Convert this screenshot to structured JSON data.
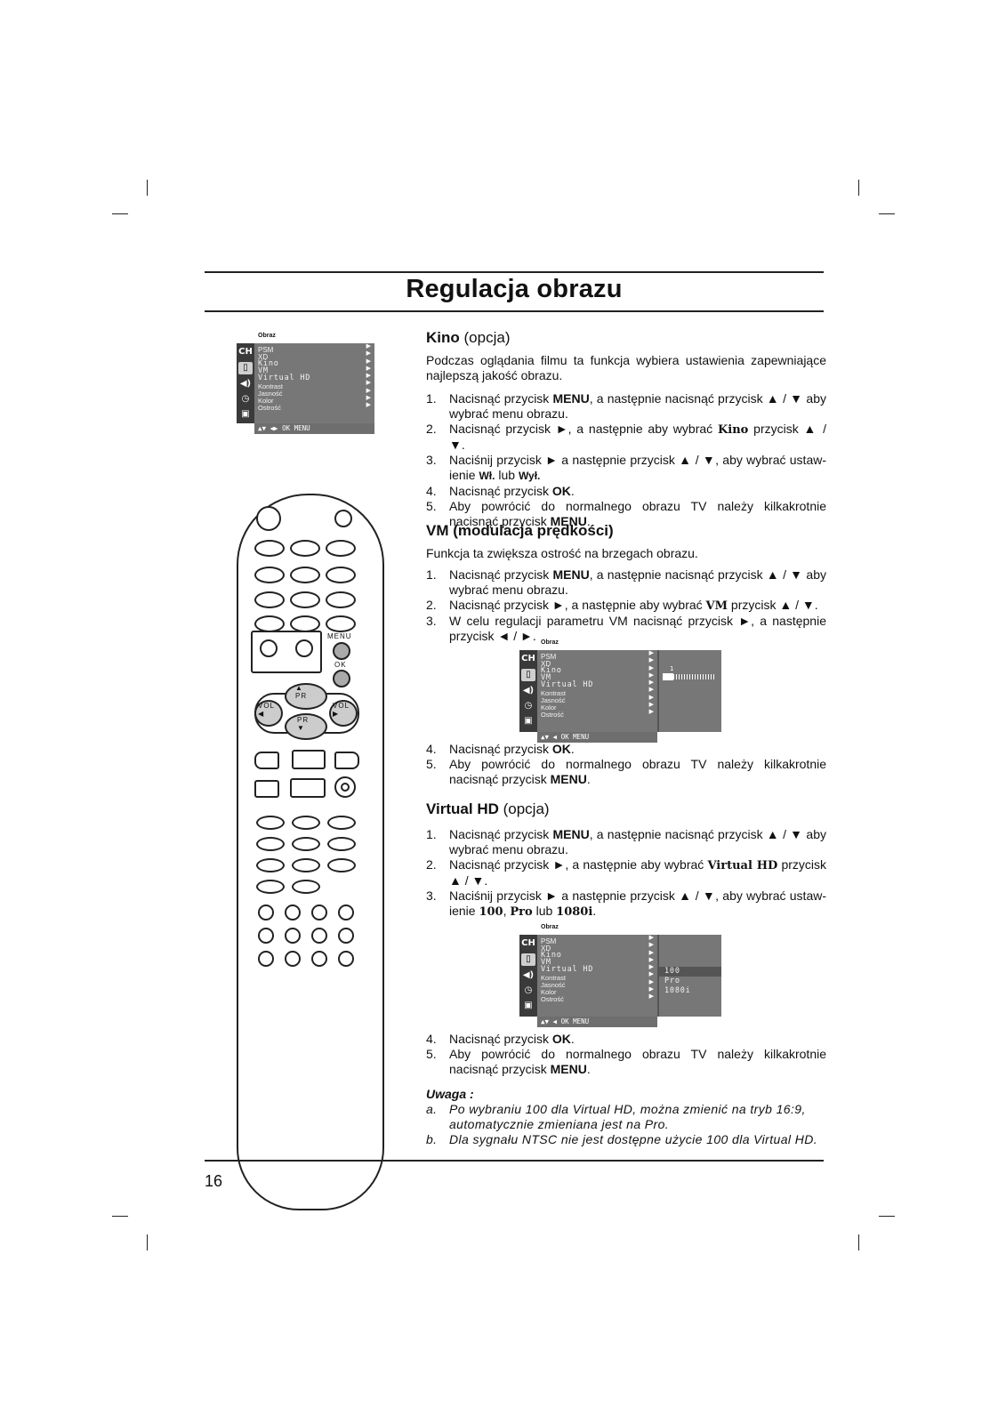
{
  "page": {
    "title": "Regulacja obrazu",
    "page_number": "16"
  },
  "osd_menu": {
    "title": "Obraz",
    "items": [
      "PSM",
      "XD",
      "Kino",
      "VM",
      "Virtual HD",
      "Kontrast",
      "Jasność",
      "Kolor",
      "Ostrość"
    ],
    "footer": "OK MENU",
    "vm_value": "1",
    "virtual_hd_options": [
      "100",
      "Pro",
      "1080i"
    ],
    "side_icons": [
      "CH",
      "picture",
      "sound",
      "time",
      "lock"
    ]
  },
  "remote": {
    "menu_label": "MENU",
    "ok_label": "OK",
    "pr_label": "PR",
    "vol_label": "VOL"
  },
  "kino": {
    "heading": "Kino",
    "heading_suffix": "(opcja)",
    "intro": "Podczas oglądania filmu ta funkcja wybiera ustawienia zapewniające najlepszą jakość obrazu.",
    "steps": [
      {
        "n": "1.",
        "a": "Nacisnąć przycisk ",
        "b": "MENU",
        "c": ", a następnie nacisnąć przycisk ▲ / ▼ aby wybrać menu obrazu."
      },
      {
        "n": "2.",
        "a": "Nacisnąć przycisk ►, a następnie aby wybrać ",
        "b": "Kino",
        "c": " przycisk ▲ / ▼."
      },
      {
        "n": "3.",
        "a": "Naciśnij przycisk ► a następnie przycisk ▲ / ▼, aby wybrać ustaw-ienie ",
        "b": "Wł.",
        "c": " lub ",
        "d": "Wył."
      },
      {
        "n": "4.",
        "a": "Nacisnąć przycisk ",
        "b": "OK",
        "c": "."
      },
      {
        "n": "5.",
        "a": "Aby powrócić do normalnego obrazu TV należy kilkakrotnie nacisnąć przycisk ",
        "b": "MENU",
        "c": "."
      }
    ]
  },
  "vm": {
    "heading": "VM (modulacja prędkości)",
    "intro": "Funkcja ta zwiększa ostrość na brzegach obrazu.",
    "steps": [
      {
        "n": "1.",
        "a": "Nacisnąć przycisk ",
        "b": "MENU",
        "c": ", a następnie nacisnąć przycisk ▲ / ▼ aby wybrać menu obrazu."
      },
      {
        "n": "2.",
        "a": "Nacisnąć przycisk ►, a następnie aby wybrać ",
        "b": "VM",
        "c": " przycisk ▲ / ▼."
      },
      {
        "n": "3.",
        "a": "W celu regulacji parametru VM nacisnąć przycisk ►, a następnie przycisk ◄ / ►."
      }
    ],
    "steps_after": [
      {
        "n": "4.",
        "a": "Nacisnąć przycisk ",
        "b": "OK",
        "c": "."
      },
      {
        "n": "5.",
        "a": "Aby powrócić do normalnego obrazu TV należy kilkakrotnie nacisnąć przycisk ",
        "b": "MENU",
        "c": "."
      }
    ]
  },
  "virtual_hd": {
    "heading": "Virtual HD",
    "heading_suffix": "(opcja)",
    "steps": [
      {
        "n": "1.",
        "a": "Nacisnąć przycisk ",
        "b": "MENU",
        "c": ", a następnie nacisnąć przycisk ▲ / ▼ aby wybrać menu obrazu."
      },
      {
        "n": "2.",
        "a": "Nacisnąć przycisk ►, a następnie aby wybrać ",
        "b": "Virtual HD",
        "c": " przycisk ▲ / ▼."
      },
      {
        "n": "3.",
        "a": "Naciśnij przycisk ► a następnie przycisk ▲ / ▼, aby wybrać ustaw-ienie ",
        "b": "100",
        "c": ", ",
        "d": "Pro",
        "e": " lub ",
        "f": "1080i",
        "g": "."
      }
    ],
    "steps_after": [
      {
        "n": "4.",
        "a": "Nacisnąć przycisk ",
        "b": "OK",
        "c": "."
      },
      {
        "n": "5.",
        "a": "Aby powrócić do normalnego obrazu TV należy kilkakrotnie nacisnąć przycisk ",
        "b": "MENU",
        "c": "."
      }
    ]
  },
  "note": {
    "title": "Uwaga :",
    "items": [
      {
        "letter": "a.",
        "text": "Po wybraniu 100 dla Virtual HD, można zmienić na tryb 16:9, automatycznie zmieniana jest na Pro."
      },
      {
        "letter": "b.",
        "text": "Dla sygnału NTSC nie jest dostępne użycie 100 dla Virtual HD."
      }
    ]
  }
}
